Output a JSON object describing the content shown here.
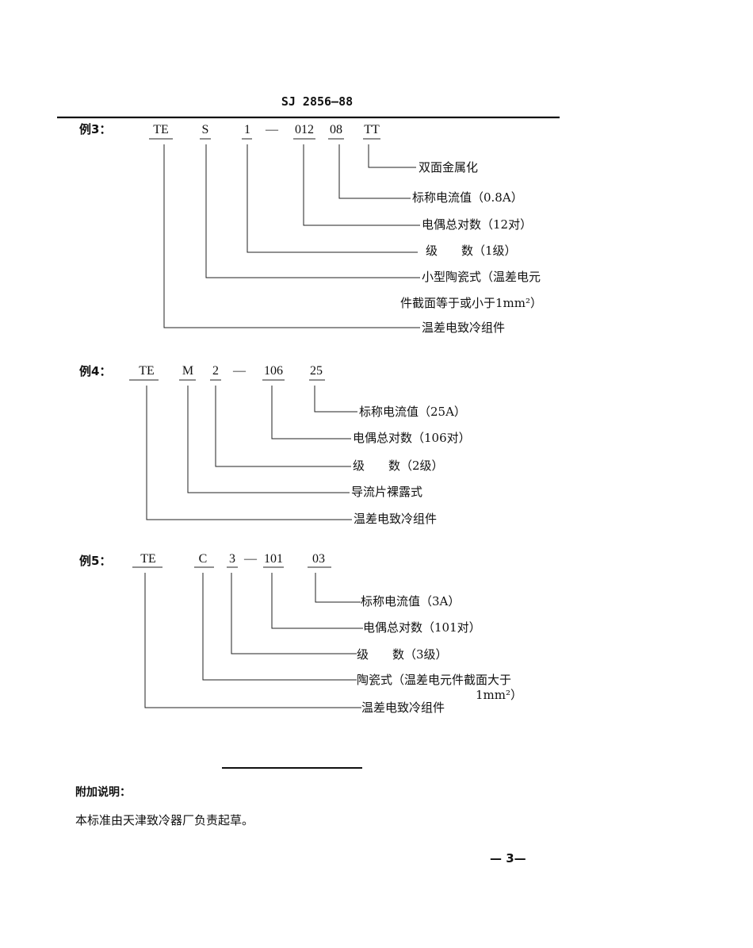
{
  "header": {
    "standard_number": "SJ 2856—88"
  },
  "examples": [
    {
      "label": "例3：",
      "codes": [
        "TE",
        "S",
        "1",
        "—",
        "012",
        "08",
        "TT"
      ],
      "descriptions": [
        "双面金属化",
        "标称电流值（0.8A）",
        "电偶总对数（12对）",
        "级　　数（1级）",
        "小型陶瓷式（温差电元",
        "件截面等于或小于1mm²）",
        "温差电致冷组件"
      ]
    },
    {
      "label": "例4：",
      "codes": [
        "TE",
        "M",
        "2",
        "—",
        "106",
        "25"
      ],
      "descriptions": [
        "标称电流值（25A）",
        "电偶总对数（106对）",
        "级　　数（2级）",
        "导流片裸露式",
        "温差电致冷组件"
      ]
    },
    {
      "label": "例5：",
      "codes": [
        "TE",
        "C",
        "3",
        "—",
        "101",
        "03"
      ],
      "descriptions": [
        "标称电流值（3A）",
        "电偶总对数（101对）",
        "级　　数（3级）",
        "陶瓷式（温差电元件截面大于",
        "1mm²）",
        "温差电致冷组件"
      ]
    }
  ],
  "note": {
    "title": "附加说明：",
    "text": "本标准由天津致冷器厂负责起草。"
  },
  "page_number": "— 3—"
}
